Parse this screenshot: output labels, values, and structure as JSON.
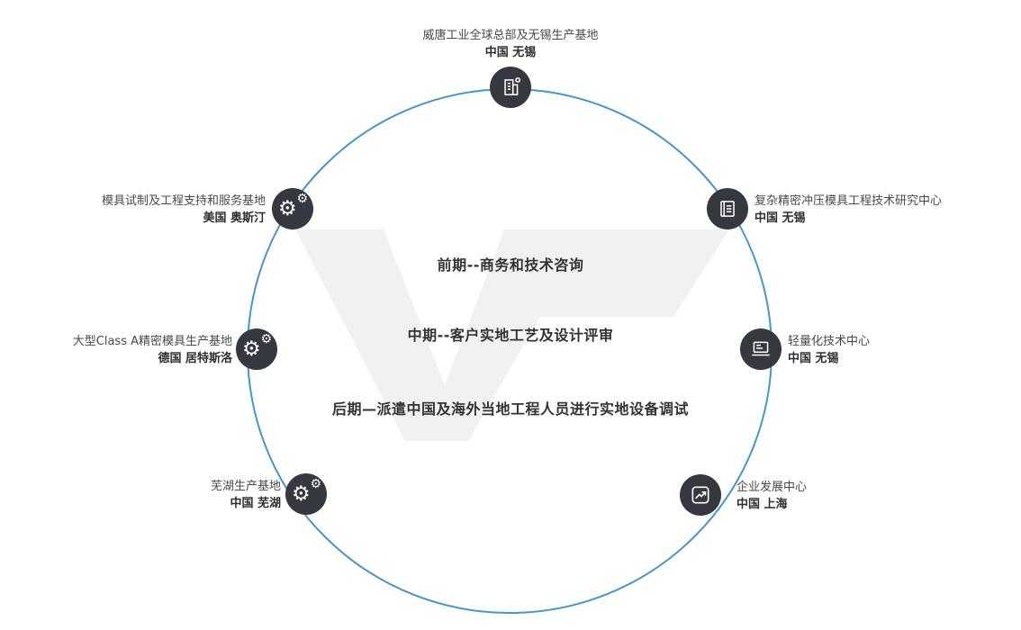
{
  "diagram": {
    "circle_color": "#4795cc",
    "node_color": "#35393f",
    "watermark_color": "#f1f1f1",
    "icons": {
      "gear_glyph": "⚙"
    },
    "center_steps": [
      "前期--商务和技术咨询",
      "中期--客户实地工艺及设计评审",
      "后期—派遣中国及海外当地工程人员进行实地设备调试"
    ],
    "nodes": [
      {
        "name": "威唐工业全球总部及无锡生产基地",
        "location": "中国 无锡",
        "icon": "building-icon"
      },
      {
        "name": "复杂精密冲压模具工程技术研究中心",
        "location": "中国 无锡",
        "icon": "book-icon"
      },
      {
        "name": "轻量化技术中心",
        "location": "中国 无锡",
        "icon": "laptop-icon"
      },
      {
        "name": "企业发展中心",
        "location": "中国 上海",
        "icon": "chart-icon"
      },
      {
        "name": "模具试制及工程支持和服务基地",
        "location": "美国 奥斯汀",
        "icon": "gears-icon"
      },
      {
        "name": "大型Class A精密模具生产基地",
        "location": "德国 居特斯洛",
        "icon": "gears-icon"
      },
      {
        "name": "芜湖生产基地",
        "location": "中国 芜湖",
        "icon": "gears-icon"
      }
    ]
  }
}
